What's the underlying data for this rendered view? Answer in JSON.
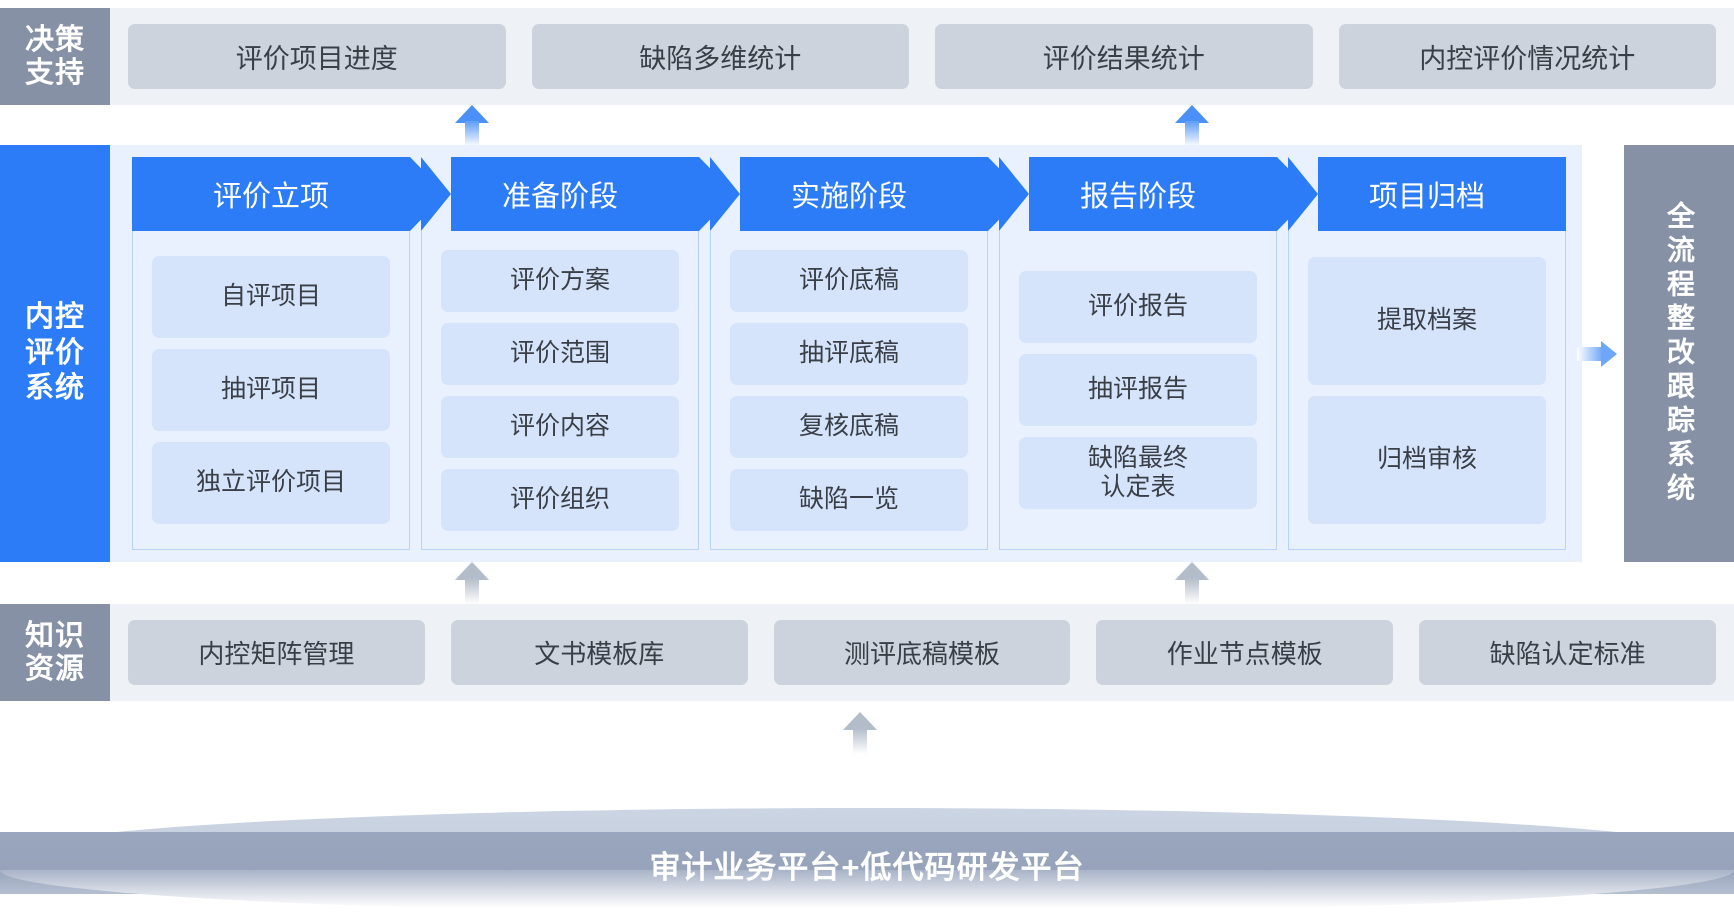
{
  "decision": {
    "label_lines": [
      "决策",
      "支持"
    ],
    "cards": [
      "评价项目进度",
      "缺陷多维统计",
      "评价结果统计",
      "内控评价情况统计"
    ]
  },
  "core": {
    "left_label_lines": [
      "内控",
      "评价",
      "系统"
    ],
    "right_label": "全流程整改跟踪系统",
    "stages": [
      {
        "title": "评价立项",
        "nodes": [
          "自评项目",
          "抽评项目",
          "独立评价项目"
        ]
      },
      {
        "title": "准备阶段",
        "nodes": [
          "评价方案",
          "评价范围",
          "评价内容",
          "评价组织"
        ]
      },
      {
        "title": "实施阶段",
        "nodes": [
          "评价底稿",
          "抽评底稿",
          "复核底稿",
          "缺陷一览"
        ]
      },
      {
        "title": "报告阶段",
        "nodes": [
          "评价报告",
          "抽评报告",
          "缺陷最终\n认定表"
        ]
      },
      {
        "title": "项目归档",
        "nodes": [
          "提取档案",
          "归档审核"
        ]
      }
    ]
  },
  "knowledge": {
    "label_lines": [
      "知识",
      "资源"
    ],
    "cards": [
      "内控矩阵管理",
      "文书模板库",
      "测评底稿模板",
      "作业节点模板",
      "缺陷认定标准"
    ]
  },
  "platform": {
    "label": "审计业务平台+低代码研发平台"
  },
  "colors": {
    "brand_blue": "#2b7cf6",
    "slate_grey": "#8791a6",
    "card_grey": "#ccd3dd",
    "node_blue": "#d5e4fb",
    "band_light": "#eaf1fe"
  }
}
